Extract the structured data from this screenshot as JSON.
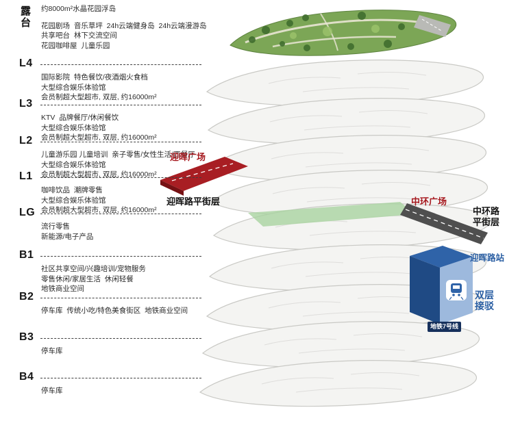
{
  "levels": [
    {
      "id": "terrace",
      "label": "露台",
      "lines": [
        "约8000m²水晶花园浮岛",
        "花园剧场  音乐草坪  24h云端健身岛  24h云端漫游岛",
        "共享吧台  林下交流空间",
        "花园咖啡屋  儿童乐园"
      ]
    },
    {
      "id": "L4",
      "label": "L4",
      "lines": [
        "国际影院  特色餐饮/夜酒烟火食档",
        "大型综合娱乐体验馆",
        "会员制超大型超市, 双层, 约16000m²"
      ]
    },
    {
      "id": "L3",
      "label": "L3",
      "lines": [
        "KTV  品牌餐厅/休闲餐饮",
        "大型综合娱乐体验馆",
        "会员制超大型超市, 双层, 约16000m²"
      ]
    },
    {
      "id": "L2",
      "label": "L2",
      "lines": [
        "儿童游乐园 儿童培训  亲子零售/女性生活/西餐厅",
        "大型综合娱乐体验馆",
        "会员制超大型超市, 双层, 约16000m²"
      ]
    },
    {
      "id": "L1",
      "label": "L1",
      "lines": [
        "咖啡饮品  潮牌零售",
        "大型综合娱乐体验馆",
        "会员制超大型超市, 双层, 约16000m²"
      ]
    },
    {
      "id": "LG",
      "label": "LG",
      "lines": [
        "流行零售",
        "新能源/电子产品"
      ]
    },
    {
      "id": "B1",
      "label": "B1",
      "lines": [
        "社区共享空间/兴趣培训/宠物服务",
        "零售休闲/家居生活  休闲轻餐",
        "地铁商业空间"
      ]
    },
    {
      "id": "B2",
      "label": "B2",
      "lines": [
        "停车库  传统小吃/特色美食街区  地铁商业空间"
      ]
    },
    {
      "id": "B3",
      "label": "B3",
      "lines": [
        "停车库"
      ]
    },
    {
      "id": "B4",
      "label": "B4",
      "lines": [
        "停车库"
      ]
    }
  ],
  "annotations": {
    "yinghui_plaza": "迎晖广场",
    "yinghui_street_level": "迎晖路平街层",
    "zhonghuan_plaza": "中环广场",
    "zhonghuan_road_line1": "中环路",
    "zhonghuan_road_line2": "平街层",
    "yinghui_station": "迎晖路站",
    "shuttle_line1": "双层",
    "shuttle_line2": "接驳",
    "metro_line": "地铁7号线"
  },
  "colors": {
    "road_red": "#a81e23",
    "road_gray": "#4f4f4f",
    "station_blue": "#2f63a8",
    "station_panel_blue": "#9db9dd",
    "lg_strip_green": "#a9d3a0",
    "plate_fill": "#f4f4f2",
    "terrace_green": "#7ca656"
  }
}
